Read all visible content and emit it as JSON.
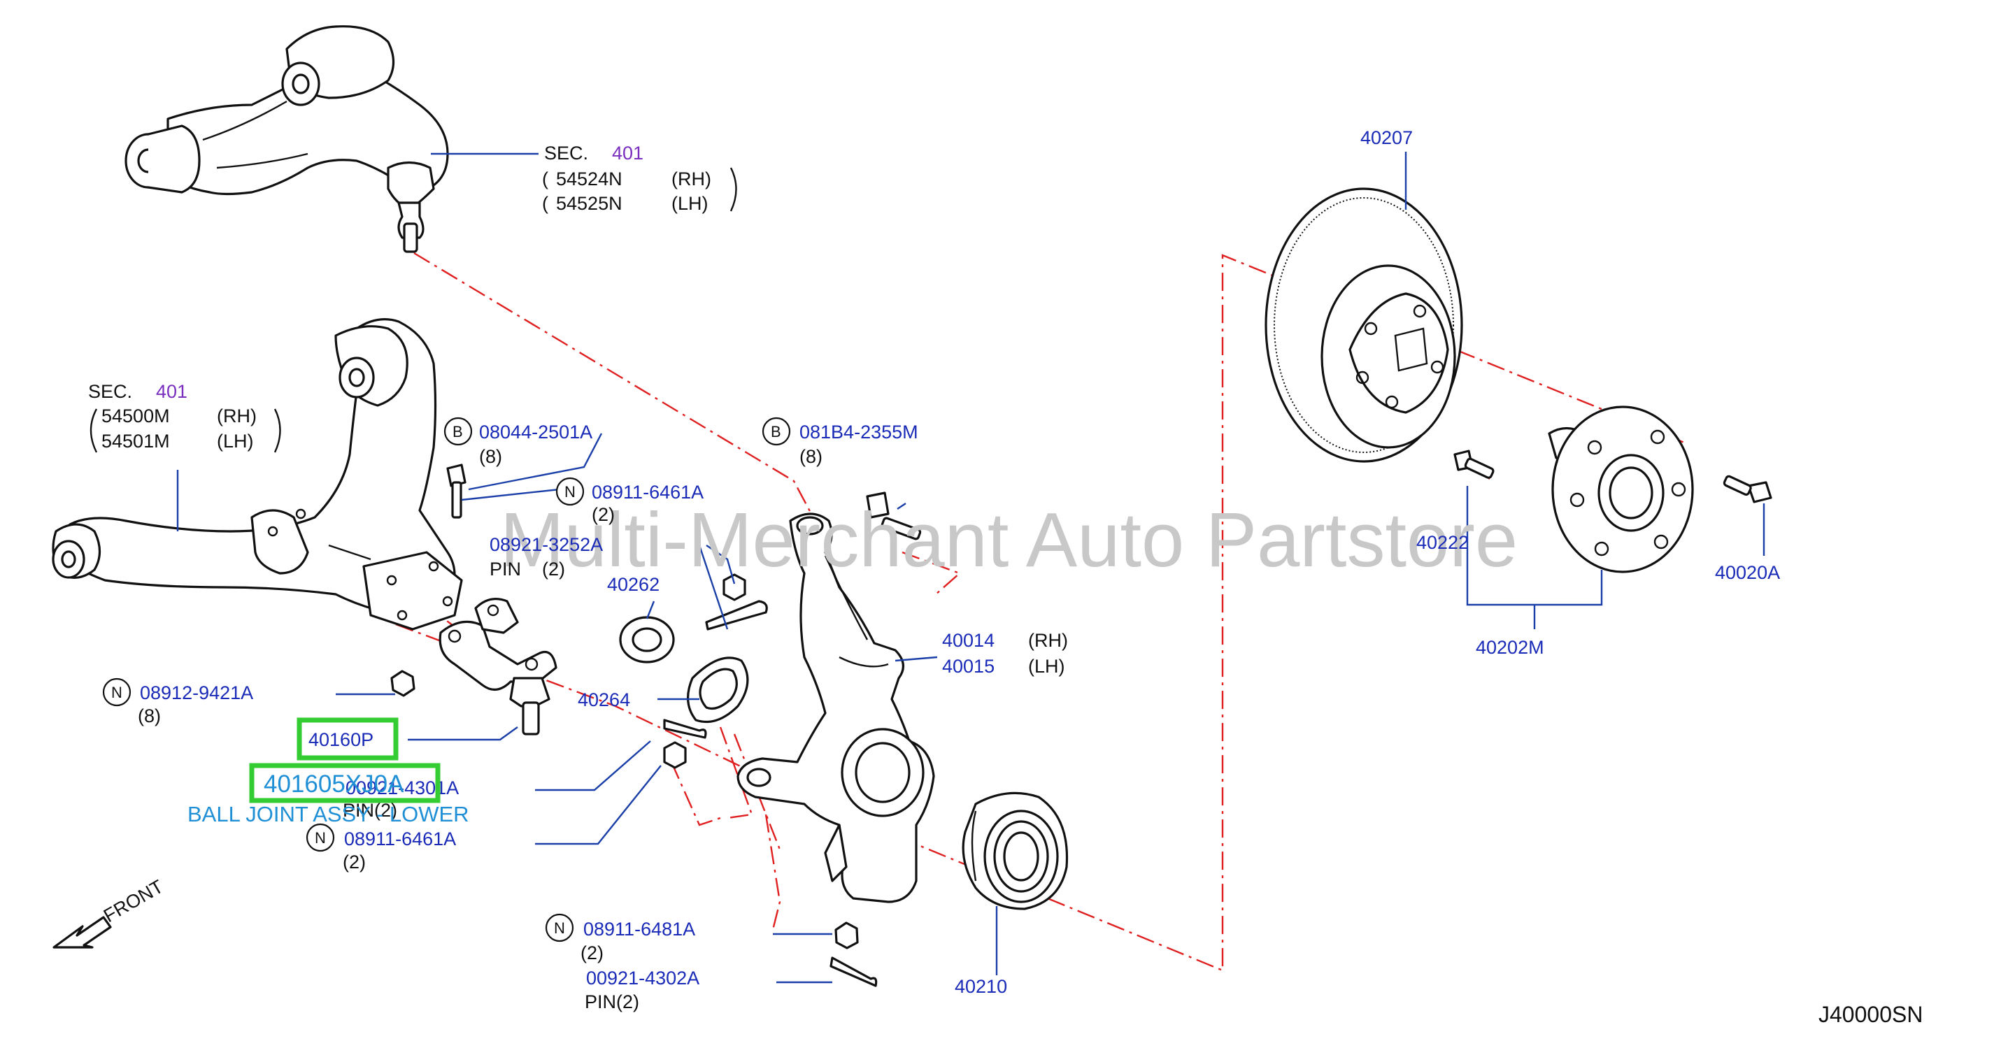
{
  "watermark": "Multi-Merchant Auto Partstore",
  "diagram_code": "J40000SN",
  "front_label": "FRONT",
  "upper_arm": {
    "sec": "SEC.",
    "sec_num": "401",
    "rh_part": "54524N",
    "rh": "(RH)",
    "lh_part": "54525N",
    "lh": "(LH)"
  },
  "lower_arm": {
    "sec": "SEC.",
    "sec_num": "401",
    "rh_part": "54500M",
    "rh": "(RH)",
    "lh_part": "54501M",
    "lh": "(LH)"
  },
  "callouts": {
    "b": "B",
    "n": "N"
  },
  "parts": {
    "p08044": {
      "num": "08044-2501A",
      "qty": "(8)"
    },
    "p081b4": {
      "num": "081B4-2355M",
      "qty": "(8)"
    },
    "p08911_top": {
      "num": "08911-6461A",
      "qty": "(2)"
    },
    "p08921": {
      "num": "08921-3252A",
      "pin": "PIN",
      "qty": "(2)"
    },
    "p40262": {
      "num": "40262"
    },
    "p40264": {
      "num": "40264"
    },
    "p08912": {
      "num": "08912-9421A",
      "qty": "(8)"
    },
    "p40160p": {
      "num": "40160P"
    },
    "highlight": {
      "num": "401605XJ0A",
      "desc": "BALL JOINT ASSY - LOWER"
    },
    "p00921_4301": {
      "num": "00921-4301A",
      "pin": "PIN(2)"
    },
    "p08911_mid": {
      "num": "08911-6461A",
      "qty": "(2)"
    },
    "p08911_6481": {
      "num": "08911-6481A",
      "qty": "(2)"
    },
    "p00921_4302": {
      "num": "00921-4302A",
      "pin": "PIN(2)"
    },
    "p40210": {
      "num": "40210"
    },
    "p40014": {
      "num": "40014",
      "rh": "(RH)"
    },
    "p40015": {
      "num": "40015",
      "lh": "(LH)"
    },
    "p40207": {
      "num": "40207"
    },
    "p40222": {
      "num": "40222"
    },
    "p40202m": {
      "num": "40202M"
    },
    "p40020a": {
      "num": "40020A"
    }
  },
  "colors": {
    "label": "#1a2bb8",
    "sec_num": "#7a2fbf",
    "highlight_box": "#33cc33",
    "highlight_text": "#1f8fd6",
    "centerline": "#e02020"
  }
}
